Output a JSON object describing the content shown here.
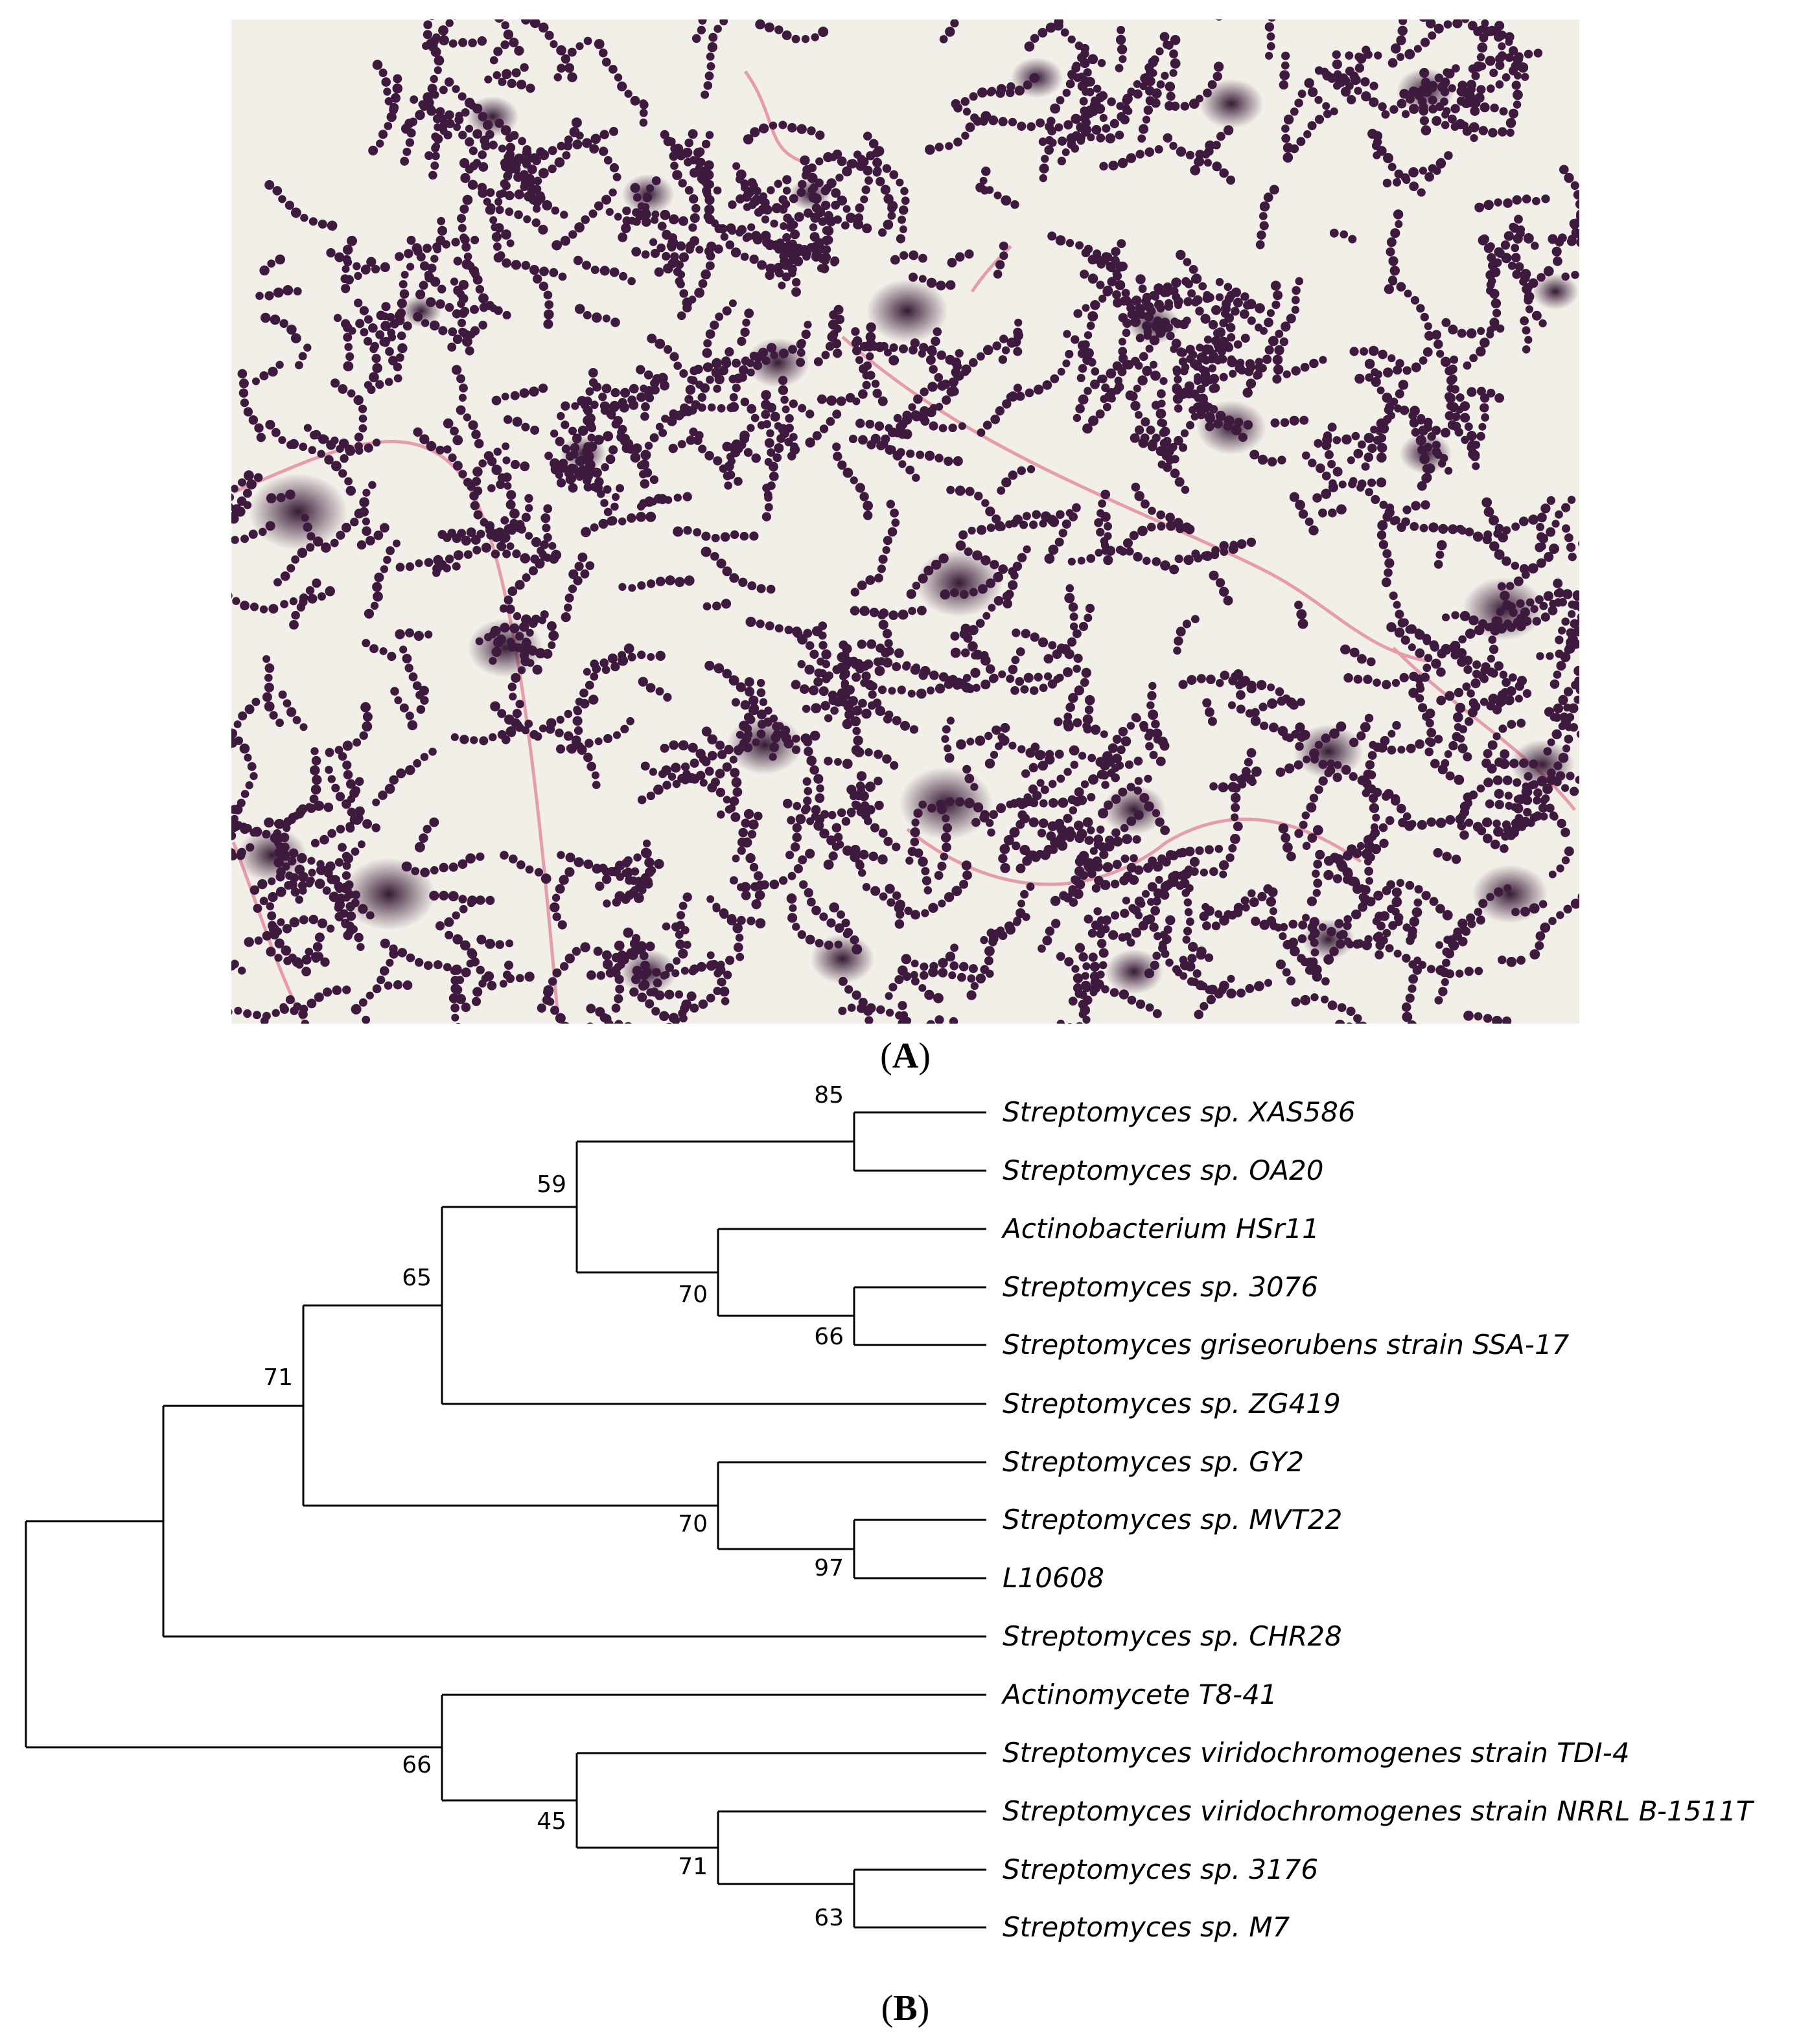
{
  "panel_a": {
    "label_open": "(",
    "label_letter": "A",
    "label_close": ")",
    "image_description_colors": {
      "background": "#f2efe8",
      "cells": "#3e1a3e",
      "filaments": "#e59cab"
    }
  },
  "panel_b": {
    "label_open": "(",
    "label_letter": "B",
    "label_close": ")",
    "tree": {
      "taxa": [
        "Streptomyces sp. XAS586",
        "Streptomyces sp. OA20",
        "Actinobacterium HSr11",
        "Streptomyces sp. 3076",
        "Streptomyces griseorubens strain SSA-17",
        "Streptomyces sp. ZG419",
        "Streptomyces sp. GY2",
        "Streptomyces sp. MVT22",
        "L10608",
        "Streptomyces sp. CHR28",
        "Actinomycete T8-41",
        "Streptomyces viridochromogenes strain TDI-4",
        "Streptomyces viridochromogenes strain NRRL B-1511T",
        "Streptomyces sp. 3176",
        "Streptomyces sp. M7"
      ],
      "bootstrap": {
        "n_xas_oa": "85",
        "n_top_inner": "59",
        "n_hsr_group": "70",
        "n_3076_ssa": "66",
        "n_plus_zg": "65",
        "n_upper_main": "71",
        "n_gy2_group": "70",
        "n_mvt_l10": "97",
        "n_lower_clade": "66",
        "n_tdi_group": "45",
        "n_nrrl_group": "71",
        "n_3176_m7": "63"
      }
    }
  }
}
